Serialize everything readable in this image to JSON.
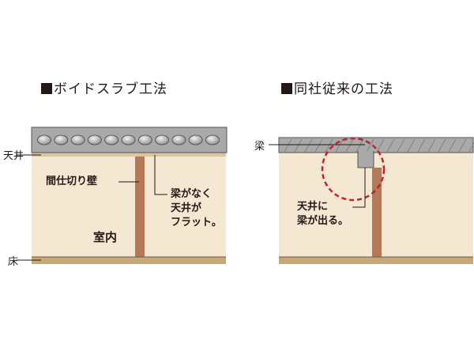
{
  "left_panel": {
    "title": "ボイドスラブ工法",
    "ceiling_label": "天井",
    "floor_label": "床",
    "partition_label": "間仕切り壁",
    "callout_lines": [
      "梁がなく",
      "天井が",
      "フラット。"
    ],
    "room_label": "室内"
  },
  "right_panel": {
    "title": "同社従来の工法",
    "beam_label": "梁",
    "callout_lines": [
      "天井に",
      "梁が出る。"
    ]
  },
  "colors": {
    "room": "#f4e8d2",
    "slab": "#a9a9a9",
    "slab_dark": "#555555",
    "ceiling_strip": "#dcc49c",
    "wall": "#b57858",
    "floor": "#c7a878",
    "highlight_circle": "#c3202a",
    "text": "#231815"
  }
}
